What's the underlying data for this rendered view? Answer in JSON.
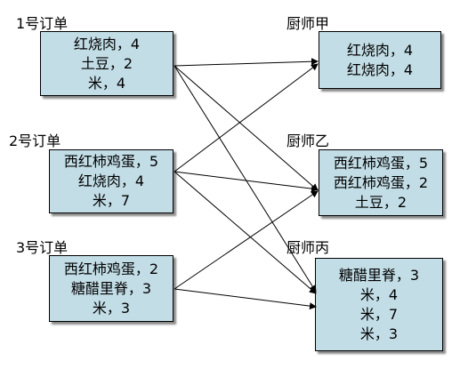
{
  "orders": [
    {
      "title": "1号订单",
      "items": [
        "红烧肉，4",
        "土豆，2",
        "米，4"
      ]
    },
    {
      "title": "2号订单",
      "items": [
        "西红柿鸡蛋，5",
        "红烧肉，4",
        "米，7"
      ]
    },
    {
      "title": "3号订单",
      "items": [
        "西红柿鸡蛋，2",
        "糖醋里脊，3",
        "米，3"
      ]
    }
  ],
  "chefs": [
    {
      "title": "厨师甲",
      "items": [
        "红烧肉，4",
        "红烧肉，4"
      ]
    },
    {
      "title": "厨师乙",
      "items": [
        "西红柿鸡蛋，5",
        "西红柿鸡蛋，2",
        "土豆，2"
      ]
    },
    {
      "title": "厨师丙",
      "items": [
        "糖醋里脊，3",
        "米，4",
        "米，7",
        "米，3"
      ]
    }
  ],
  "colors": {
    "box_fill": "#c2dde6",
    "border": "#000000"
  }
}
